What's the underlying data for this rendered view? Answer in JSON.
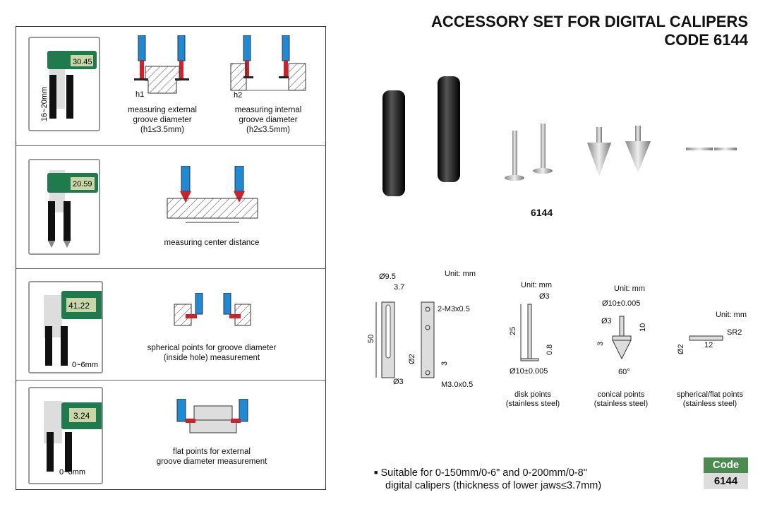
{
  "header": {
    "title_line1": "ACCESSORY SET FOR DIGITAL CALIPERS",
    "title_line2": "CODE 6144"
  },
  "panels": [
    {
      "reading": "30.45",
      "dimension": "16~20mm",
      "captions": [
        [
          "measuring external",
          "groove diameter",
          "(h1≤3.5mm)"
        ],
        [
          "measuring internal",
          "groove diameter",
          "(h2≤3.5mm)"
        ]
      ],
      "labels": [
        "h1",
        "h2"
      ]
    },
    {
      "reading": "20.59",
      "captions": [
        [
          "measuring center distance"
        ]
      ]
    },
    {
      "reading": "41.22",
      "dimension": "0~6mm",
      "captions": [
        [
          "spherical points for groove diameter",
          "(inside hole) measurement"
        ]
      ]
    },
    {
      "reading": "3.24",
      "dimension": "0~6mm",
      "captions": [
        [
          "flat points for external",
          "groove diameter measurement"
        ]
      ]
    }
  ],
  "product": {
    "code_label": "6144"
  },
  "drawings": {
    "unit": "Unit: mm",
    "holder": {
      "d1": "Ø9.5",
      "d2": "3.7",
      "len": "50",
      "d3": "Ø3",
      "d4": "Ø2",
      "d5": "3",
      "thread1": "2-M3x0.5",
      "thread2": "M3.0x0.5"
    },
    "disk": {
      "d1": "Ø3",
      "len": "25",
      "t": "0.8",
      "d2": "Ø10±0.005",
      "caption": [
        "disk points",
        "(stainless steel)"
      ]
    },
    "conical": {
      "d1": "Ø10±0.005",
      "d2": "Ø3",
      "h": "10",
      "h2": "3",
      "angle": "60°",
      "caption": [
        "conical points",
        "(stainless steel)"
      ]
    },
    "spherical": {
      "d": "Ø2",
      "len": "12",
      "r": "SR2",
      "caption": [
        "spherical/flat points",
        "(stainless steel)"
      ]
    }
  },
  "footer": {
    "bullet_line1": "Suitable for 0-150mm/0-6\" and 0-200mm/0-8\"",
    "bullet_line2": "digital calipers (thickness of lower jaws≤3.7mm)",
    "code_header": "Code",
    "code_value": "6144"
  },
  "colors": {
    "green": "#4b8b4f",
    "blue": "#1e8ad6",
    "red": "#d0202a"
  }
}
